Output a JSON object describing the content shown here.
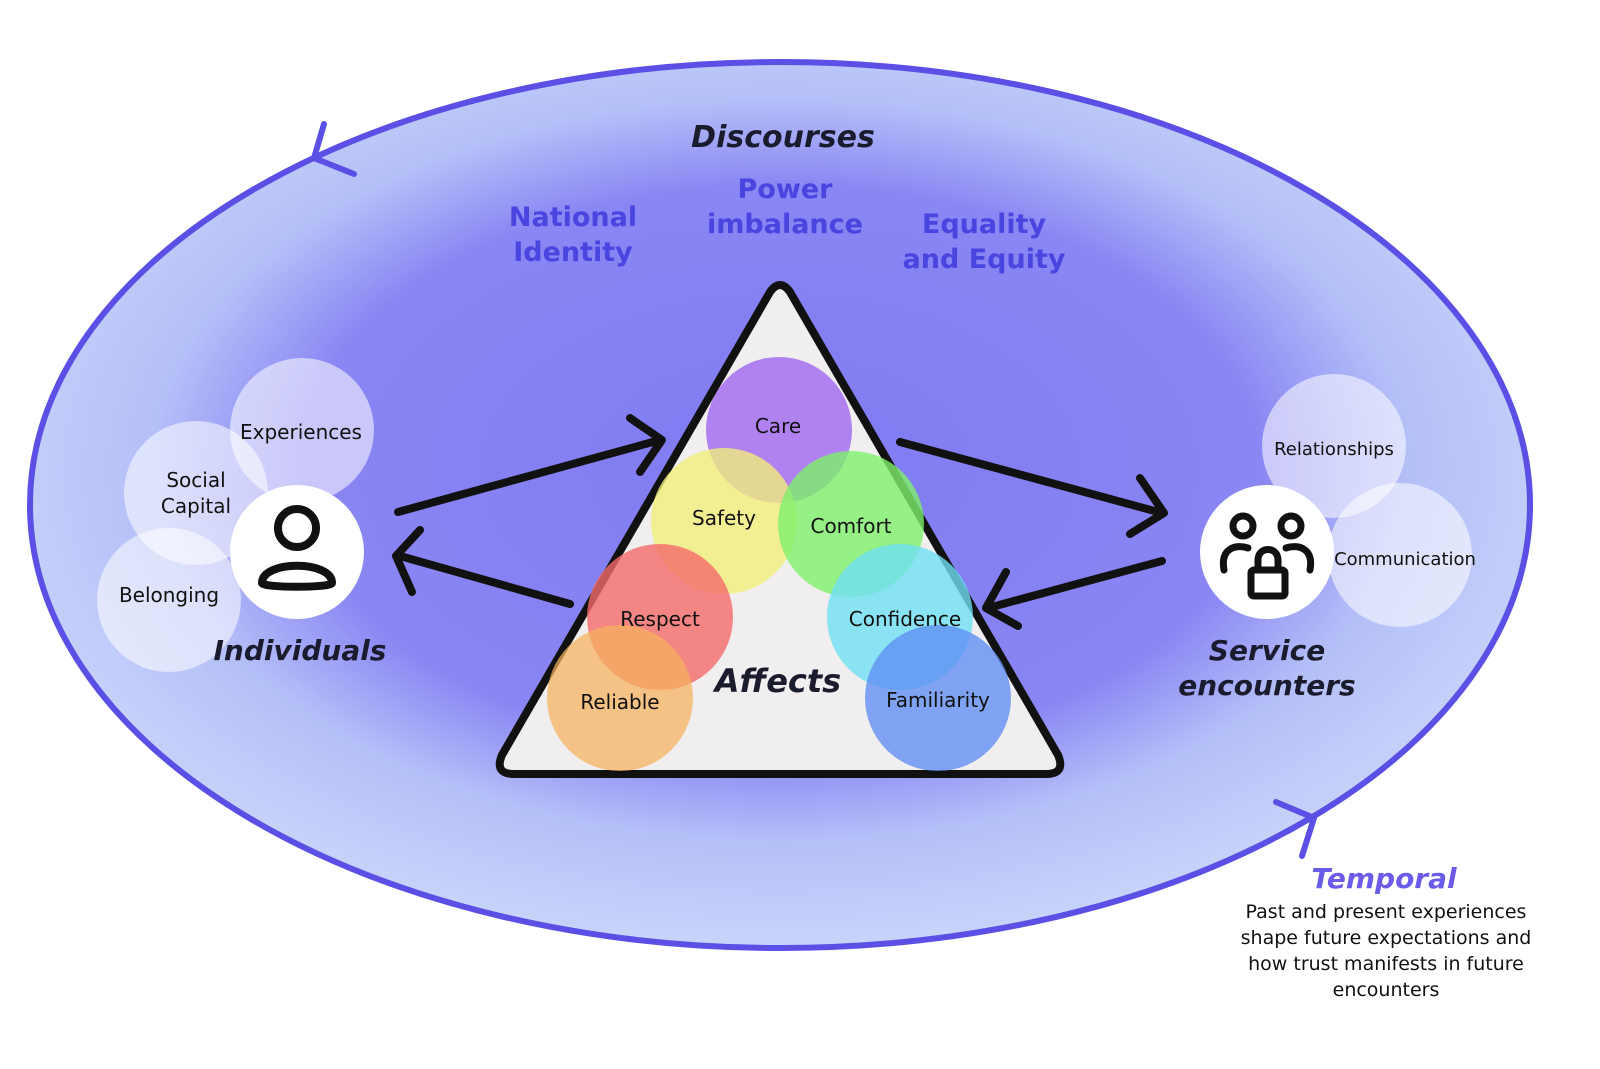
{
  "discourses": {
    "title": "Discourses",
    "items": [
      "National",
      "Identity",
      "Power",
      "imbalance",
      "Equality",
      "and Equity"
    ]
  },
  "individuals": {
    "title": "Individuals",
    "icon": "person-icon",
    "circles": [
      "Experiences",
      "Social",
      "Capital",
      "Belonging"
    ]
  },
  "service": {
    "title_line1": "Service",
    "title_line2": "encounters",
    "icon": "group-lock-icon",
    "circles": [
      "Relationships",
      "Communication"
    ]
  },
  "affects": {
    "title": "Affects",
    "items": [
      "Care",
      "Safety",
      "Comfort",
      "Respect",
      "Confidence",
      "Reliable",
      "Familiarity"
    ],
    "colors": {
      "care": "#a56ff0",
      "safety": "#f2f07a",
      "comfort": "#7ef06a",
      "respect": "#f46a6a",
      "confidence": "#6fe0f2",
      "reliable": "#f5b25c",
      "familiarity": "#5f8ef4"
    }
  },
  "temporal": {
    "title": "Temporal",
    "lines": [
      "Past and present experiences",
      "shape future expectations and",
      "how trust manifests in future",
      "encounters"
    ]
  },
  "colors": {
    "accent": "#4a44e0",
    "ellipse_outline": "#5b4fe6",
    "inner_glow": "#8580f2",
    "outer_fill": "#cdd9fb",
    "triangle_fill": "#f0eeee"
  }
}
